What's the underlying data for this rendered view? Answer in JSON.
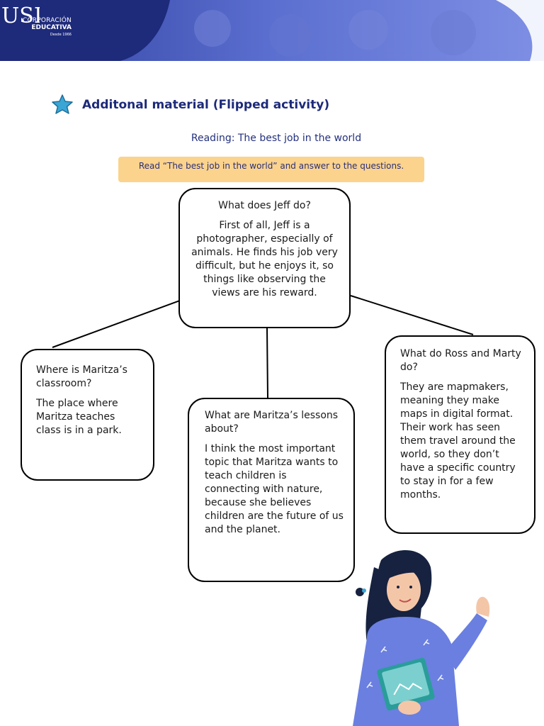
{
  "header": {
    "org_line1": "CORPORACIÓN",
    "org_line2": "EDUCATIVA",
    "org_line3": "Desde 1966",
    "logo_letters": "USIL"
  },
  "title": "Additonal material (Flipped activity)",
  "subtitle": "Reading: The best job in the world",
  "instruction": "Read “The best job in the world” and answer to the questions.",
  "boxes": {
    "jeff": {
      "question": "What does Jeff do?",
      "answer": "First of all, Jeff is a photographer, especially of animals. He finds his job very difficult, but he enjoys it, so things like observing the views are his reward."
    },
    "maritza_classroom": {
      "question": "Where is Maritza’s classroom?",
      "answer": "The place where Maritza teaches class is in a park."
    },
    "maritza_lessons": {
      "question": "What are Maritza’s lessons about?",
      "answer": "I think the most important topic that Maritza wants to teach children is connecting with nature, because she believes children are the future of us and the planet."
    },
    "ross_marty": {
      "question": "What do Ross and Marty do?",
      "answer": "They are mapmakers, meaning they make maps in digital format. Their work has seen them travel around the world, so they don’t have a specific country to stay in for a few months."
    }
  },
  "icons": [
    "star-icon",
    "usil-logo",
    "teacher-illustration"
  ],
  "colors": {
    "banner": "#1e2a7a",
    "title": "#1d2a7a",
    "instruction_bg": "#fbd38c",
    "star": "#3aa6d6"
  }
}
